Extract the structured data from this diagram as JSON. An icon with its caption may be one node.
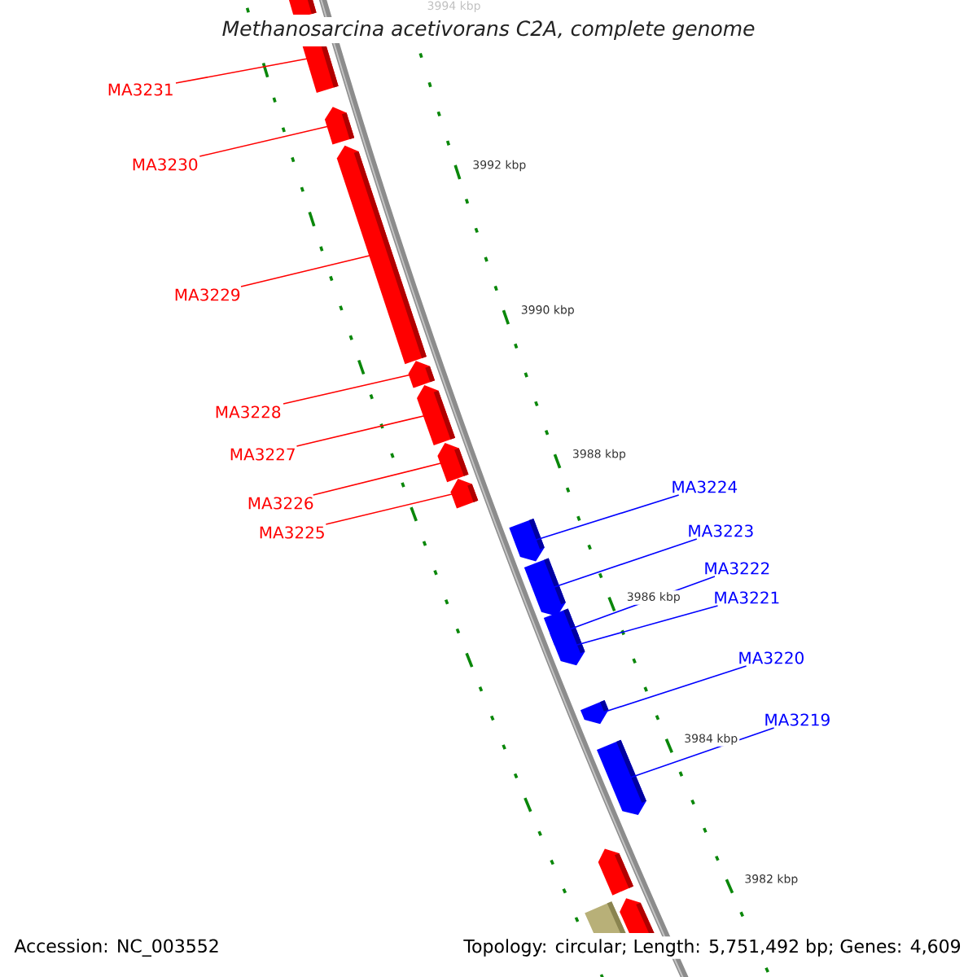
{
  "diagram": {
    "title": "Methanosarcina acetivorans C2A, complete genome",
    "nodes": [
      {
        "text": [
          "MA3231"
        ]
      },
      {
        "text": [
          "MA3230"
        ]
      },
      {
        "text": [
          "MA3229"
        ]
      },
      {
        "text": [
          "MA3228"
        ]
      },
      {
        "text": [
          "MA3227"
        ]
      },
      {
        "text": [
          "MA3226"
        ]
      },
      {
        "text": [
          "MA3225"
        ]
      },
      {
        "text": [
          "MA3224"
        ]
      },
      {
        "text": [
          "MA3223"
        ]
      },
      {
        "text": [
          "MA3222"
        ]
      },
      {
        "text": [
          "MA3221"
        ]
      },
      {
        "text": [
          "MA3220"
        ]
      },
      {
        "text": [
          "MA3219"
        ]
      },
      {
        "text": [],
        "shape": "box"
      },
      {
        "text": [],
        "shape": "box"
      },
      {
        "text": [],
        "shape": "box"
      },
      {
        "text": [],
        "shape": "box"
      },
      {
        "text": [],
        "shape": "box"
      },
      {
        "text": [],
        "shape": "box"
      },
      {
        "text": [],
        "shape": "box"
      },
      {
        "text": [],
        "shape": "box"
      },
      {
        "text": [],
        "shape": "box"
      },
      {
        "text": [],
        "shape": "box"
      },
      {
        "text": [],
        "shape": "box"
      },
      {
        "text": [],
        "shape": "box"
      },
      {
        "text": [],
        "shape": "box"
      },
      {
        "text": [],
        "shape": "box"
      },
      {
        "text": [],
        "shape": "box"
      },
      {
        "text": [],
        "shape": "box"
      },
      {
        "text": [],
        "shape": "box"
      }
    ],
    "edges": [
      {
        "from": 0,
        "to": 14,
        "arrow": "none"
      },
      {
        "from": 1,
        "to": 15,
        "arrow": "none"
      },
      {
        "from": 2,
        "to": 16,
        "arrow": "none"
      },
      {
        "from": 3,
        "to": 17,
        "arrow": "none"
      },
      {
        "from": 4,
        "to": 18,
        "arrow": "none"
      },
      {
        "from": 5,
        "to": 19,
        "arrow": "none"
      },
      {
        "from": 6,
        "to": 20,
        "arrow": "none"
      },
      {
        "from": 7,
        "to": 21,
        "arrow": "none",
        "color": "#0000ff"
      },
      {
        "from": 8,
        "to": 22,
        "arrow": "none",
        "color": "#0000ff"
      },
      {
        "from": 9,
        "to": 23,
        "arrow": "none",
        "color": "#0000ff"
      },
      {
        "from": 10,
        "to": 24,
        "arrow": "none",
        "color": "#0000ff"
      },
      {
        "from": 11,
        "to": 25,
        "arrow": "none",
        "color": "#0000ff"
      },
      {
        "from": 12,
        "to": 26,
        "arrow": "none",
        "color": "#0000ff"
      }
    ],
    "labels": [
      "3994 kbp",
      "3992 kbp",
      "3990 kbp",
      "3988 kbp",
      "3986 kbp",
      "3984 kbp",
      "3982 kbp",
      "Accession: NC_003552",
      "Topology: circular; Length: 5,751,492 bp; Genes: 4,609"
    ]
  }
}
